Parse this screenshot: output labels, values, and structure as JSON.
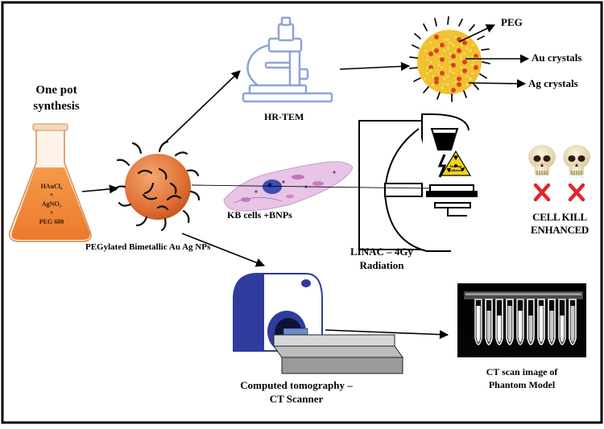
{
  "synthesis": {
    "line1": "One pot",
    "line2": "synthesis"
  },
  "flask": {
    "line1": "HAuCl₄",
    "plus1": "+",
    "line2": "AgNO₃",
    "plus2": "+",
    "line3": "PEG 600"
  },
  "nanoparticle_label": "PEGylated Bimetallic Au Ag NPs",
  "microscope_label": "HR-TEM",
  "composition": {
    "peg": "PEG",
    "au": "Au crystals",
    "ag": "Ag crystals"
  },
  "cells_label": "KB cells +BNPs",
  "linac": {
    "line1": "LINAC – 4Gy",
    "line2": "Radiation",
    "sign_line1": "Ionizing",
    "sign_line2": "radiation"
  },
  "result": {
    "line1": "CELL KILL",
    "line2": "ENHANCED"
  },
  "ct_scanner": {
    "line1": "Computed tomography –",
    "line2": "CT Scanner"
  },
  "ct_image": {
    "line1": "CT scan image of",
    "line2": "Phantom Model"
  },
  "colors": {
    "flask_liquid": "#f08a3c",
    "np_core": "#e07035",
    "au": "#f2c230",
    "ag": "#e03a2a",
    "cell": "#e8c4e6",
    "scanner_blue": "#2f3c9e",
    "microscope": "#8fa3d8",
    "cross": "#e0262b"
  }
}
